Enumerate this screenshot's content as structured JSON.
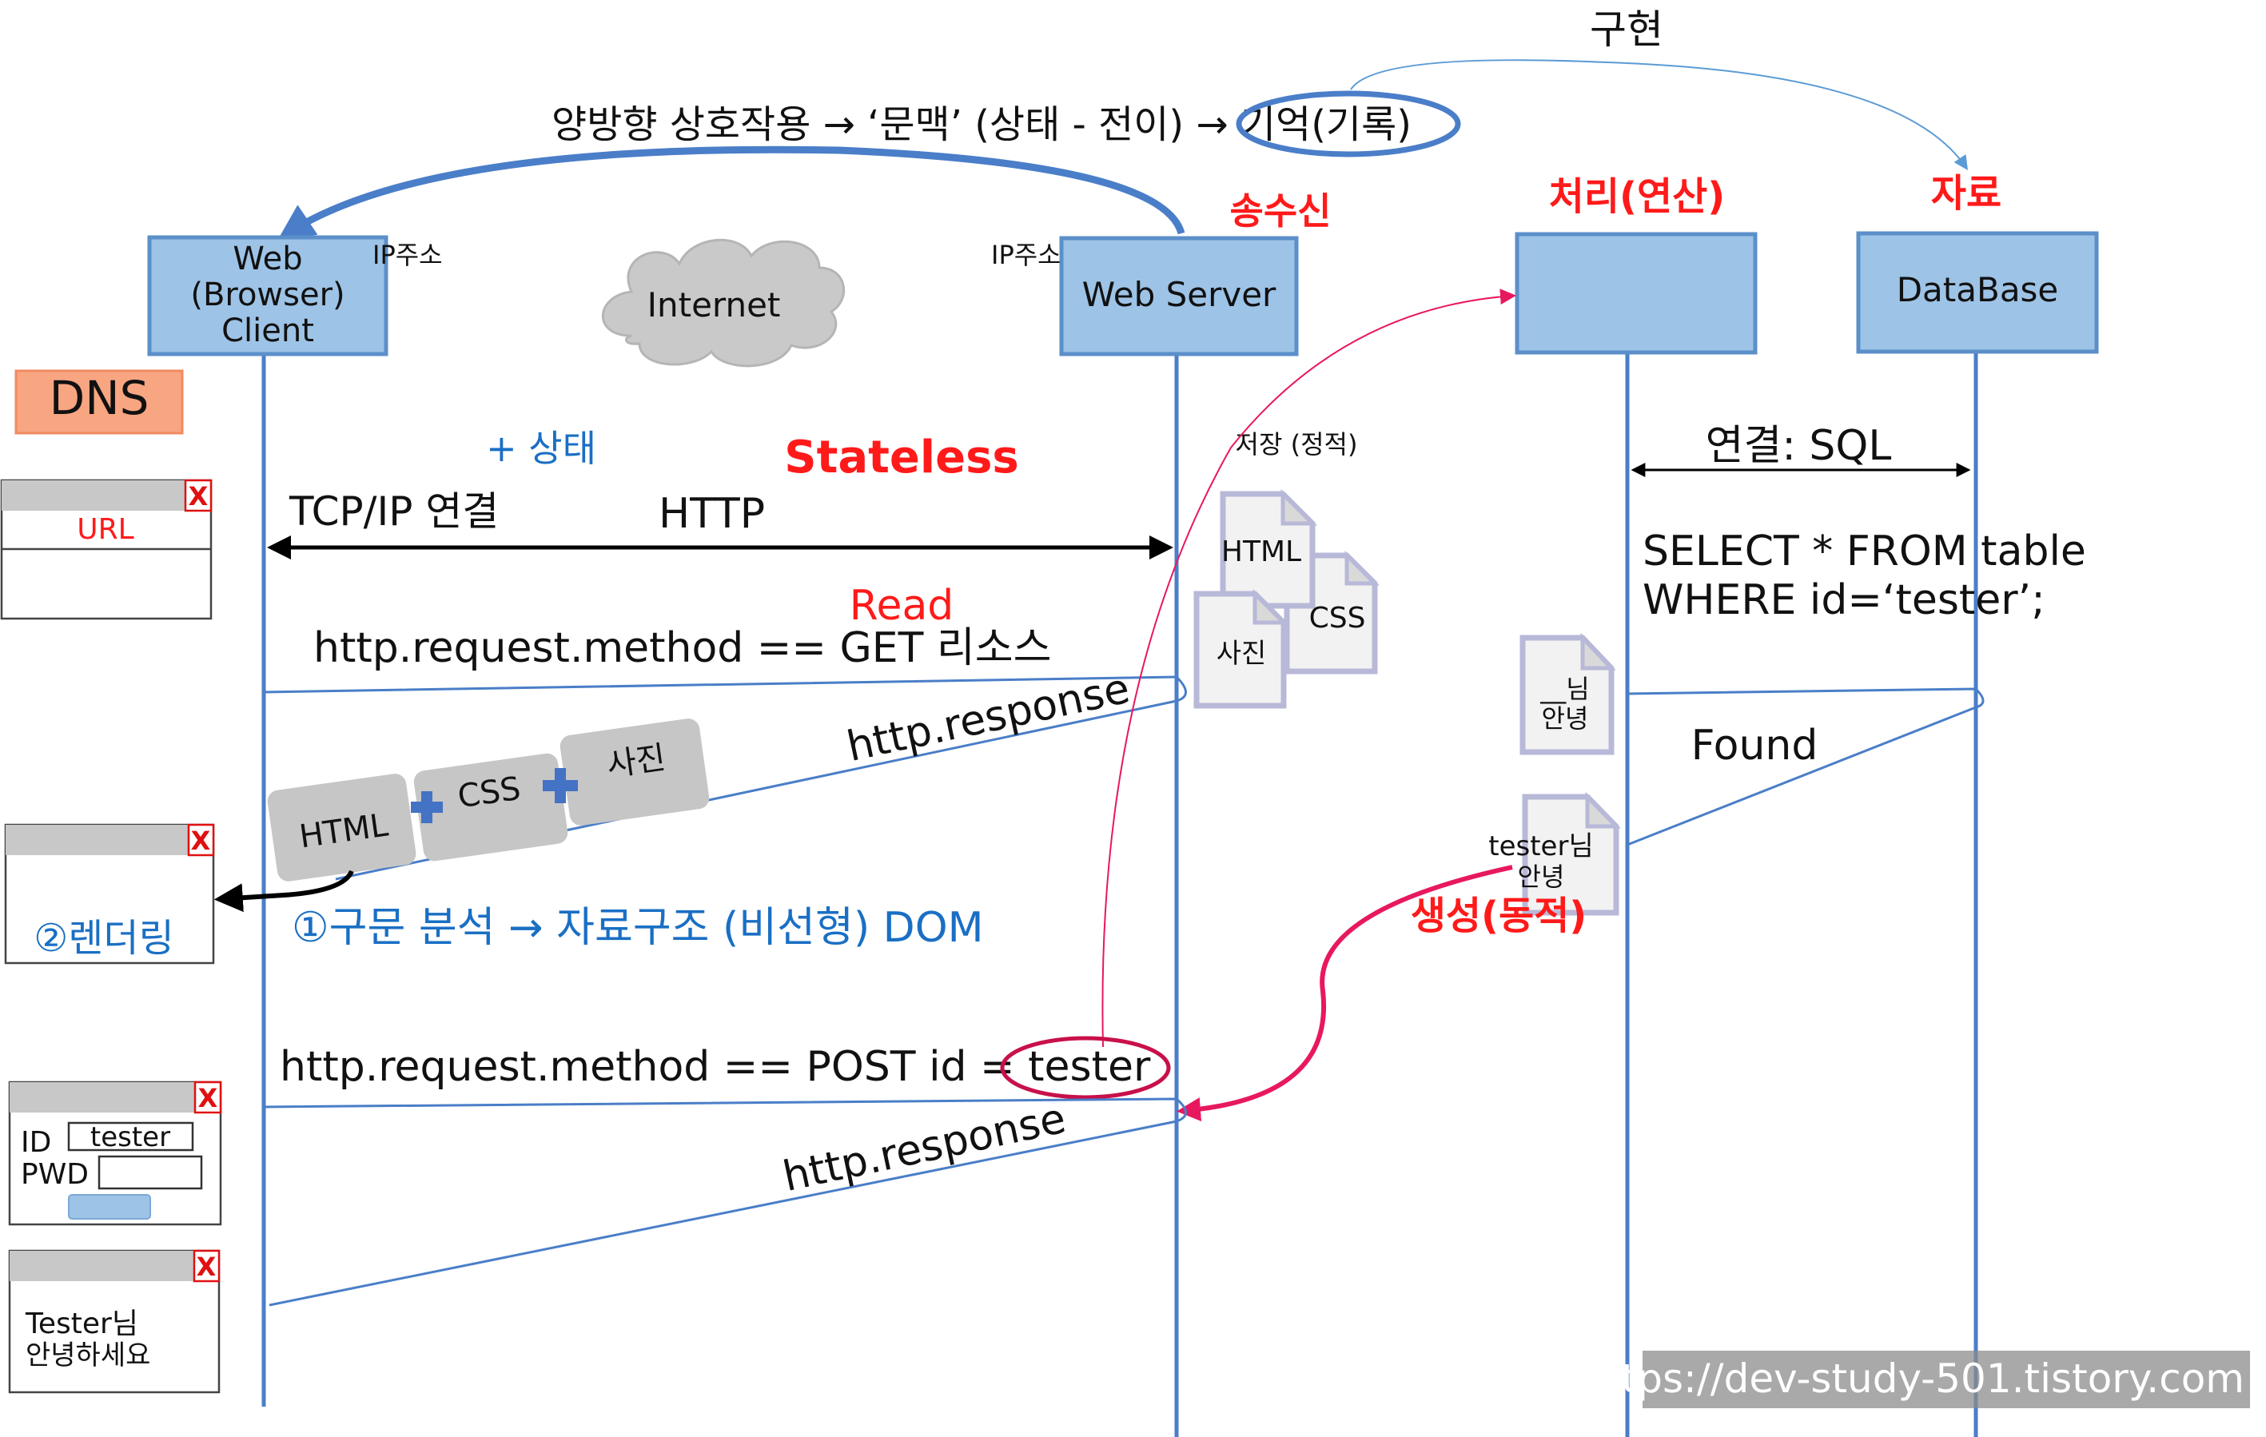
{
  "top_label": "구현",
  "caption_top": "양방향 상호작용 → ‘문맥’ (상태 - 전이) → 기억(기록)",
  "actors": {
    "client": {
      "line1": "Web",
      "line2": "(Browser)",
      "line3": "Client",
      "ip": "IP주소"
    },
    "internet": "Internet",
    "server": {
      "label": "Web Server",
      "ip": "IP주소",
      "role": "송수신"
    },
    "processor": {
      "label": "",
      "role": "처리(연산)"
    },
    "database": {
      "label": "DataBase",
      "role": "자료"
    }
  },
  "dns": "DNS",
  "labels": {
    "plus_state": "+ 상태",
    "stateless": "Stateless",
    "storage": "저장 (정적)",
    "tcp": "TCP/IP 연결",
    "http": "HTTP",
    "read": "Read",
    "get_request": "http.request.method == GET 리소스",
    "response1": "http.response",
    "parse": "①구문 분석 → 자료구조 (비선형) DOM",
    "render": "②렌더링",
    "post_request": "http.request.method == POST id = tester",
    "response2": "http.response",
    "sql_link": "연결: SQL",
    "sql_line1": "SELECT * FROM table",
    "sql_line2": "WHERE id=‘tester’;",
    "found": "Found",
    "generate": "생성(동적)"
  },
  "chips": [
    "HTML",
    "CSS",
    "사진"
  ],
  "static_files": [
    "HTML",
    "CSS",
    "사진"
  ],
  "template_doc": {
    "line1": "__님",
    "line2": "안녕"
  },
  "result_doc": {
    "line1": "tester님",
    "line2": "안녕"
  },
  "windows": {
    "close_glyph": "X",
    "url_window": {
      "url": "URL"
    },
    "login_window": {
      "id_label": "ID",
      "id_value": "tester",
      "pwd_label": "PWD"
    },
    "greeting_window": {
      "line1": "Tester님",
      "line2": "안녕하세요"
    }
  },
  "watermark": "https://dev-study-501.tistory.com",
  "colors": {
    "lifeline": "#4a7ec8",
    "box": "#9dc3e6",
    "accent_red": "#ff1a1a",
    "accent_blue": "#1a6fc4",
    "pink": "#e8185f"
  }
}
